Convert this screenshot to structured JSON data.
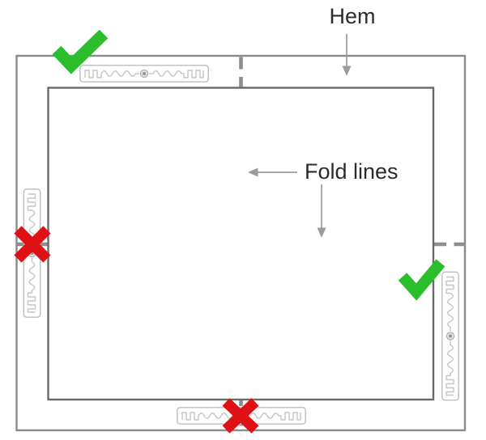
{
  "labels": {
    "hem": "Hem",
    "fold_lines": "Fold lines"
  },
  "colors": {
    "correct_green": "#2abf2a",
    "incorrect_red": "#e01114",
    "sheet_outline": "#8a8a8a",
    "hem_inner_outline": "#6a6a6a",
    "fold_line": "#8d8d8d",
    "tag_outline": "#bdbdbd",
    "tag_antenna": "#c6c6c6",
    "arrow": "#9b9b9b",
    "text": "#2b2b2b",
    "background": "#ffffff"
  },
  "tags": [
    {
      "position": "top-hem",
      "orientation": "horizontal",
      "mark": "green-checkmark"
    },
    {
      "position": "left-hem",
      "orientation": "vertical",
      "mark": "red-cross-on-fold-line"
    },
    {
      "position": "right-hem",
      "orientation": "vertical",
      "mark": "green-checkmark"
    },
    {
      "position": "bottom-hem",
      "orientation": "horizontal",
      "mark": "red-cross-on-fold-line"
    }
  ],
  "icons": {
    "checkmark": "correct placement mark",
    "cross": "incorrect placement mark"
  }
}
